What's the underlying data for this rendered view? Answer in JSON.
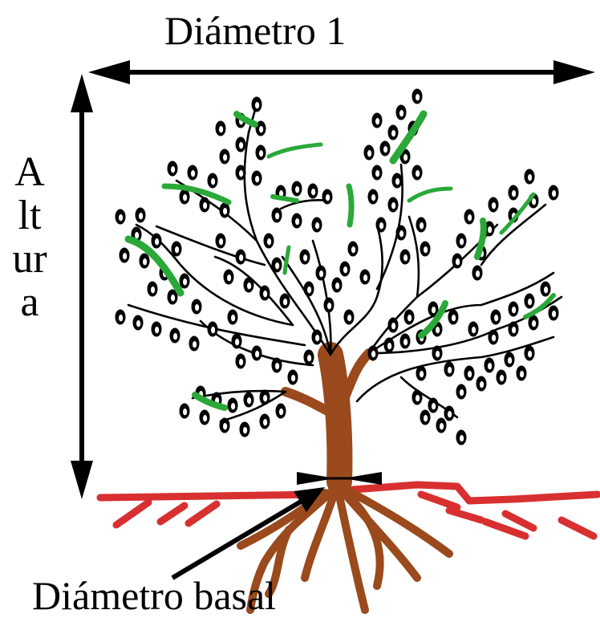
{
  "labels": {
    "diameter_1": "Diámetro 1",
    "height": "Altura",
    "basal_diameter": "Diámetro basal"
  },
  "colors": {
    "trunk": "#9a4a1c",
    "ground": "#d83030",
    "leaf": "#000000",
    "new_shoot": "#2aa838",
    "arrow": "#000000"
  }
}
